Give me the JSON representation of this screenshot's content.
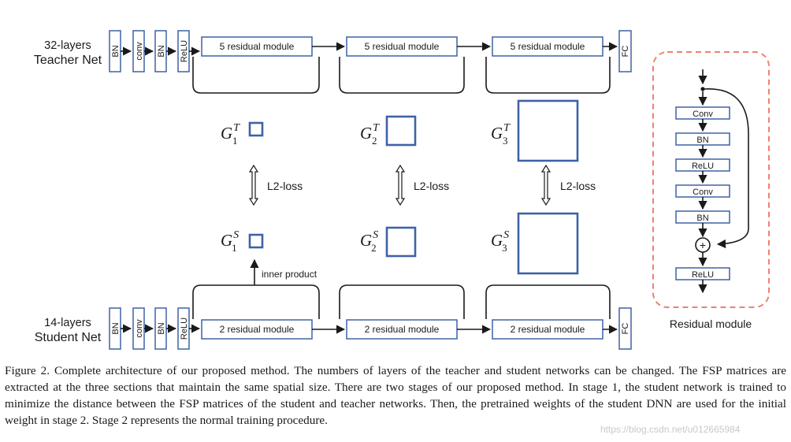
{
  "teacher": {
    "label_line1": "32-layers",
    "label_line2": "Teacher Net",
    "stem_layers": [
      "BN",
      "conv",
      "BN",
      "ReLU"
    ],
    "modules": [
      "5 residual module",
      "5 residual module",
      "5 residual module"
    ],
    "fc": "FC"
  },
  "student": {
    "label_line1": "14-layers",
    "label_line2": "Student Net",
    "stem_layers": [
      "BN",
      "conv",
      "BN",
      "ReLU"
    ],
    "modules": [
      "2 residual module",
      "2 residual module",
      "2 residual module"
    ],
    "fc": "FC"
  },
  "fsp": {
    "symbol": "G",
    "teacher_superscript": "T",
    "student_superscript": "S",
    "subscripts": [
      "1",
      "2",
      "3"
    ],
    "loss_label": "L2-loss",
    "inner_product_label": "inner product"
  },
  "residual_module": {
    "layers": [
      "Conv",
      "BN",
      "ReLU",
      "Conv",
      "BN"
    ],
    "add_symbol": "+",
    "final_layer": "ReLU",
    "title": "Residual module"
  },
  "caption": {
    "text": "Figure 2. Complete architecture of our proposed method. The numbers of layers of the teacher and student networks can be changed. The FSP matrices are extracted at the three sections that maintain the same spatial size. There are two stages of our proposed method. In stage 1, the student network is trained to minimize the distance between the FSP matrices of the student and teacher networks. Then, the pretrained weights of the student DNN are used for the initial weight in stage 2. Stage 2 represents the normal training procedure."
  },
  "watermark": "https://blog.csdn.net/u012665984",
  "colors": {
    "box_stroke": "#3f62a6",
    "residual_border": "#f08070",
    "text": "#1a1a1a"
  }
}
